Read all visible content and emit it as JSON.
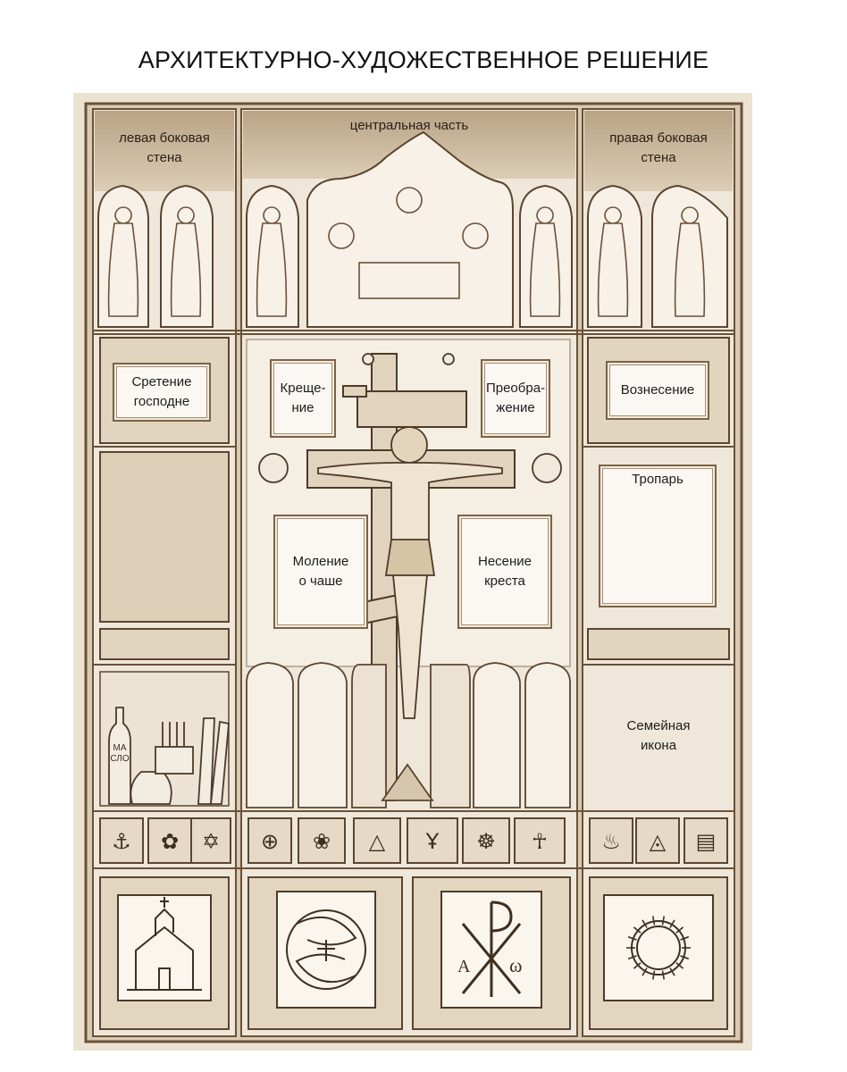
{
  "title": "АРХИТЕКТУРНО-ХУДОЖЕСТВЕННОЕ РЕШЕНИЕ",
  "sections": {
    "left": "левая боковая\nстена",
    "center": "центральная часть",
    "right": "правая боковая\nстена"
  },
  "panels": {
    "sretenie": "Сретение\nгосподне",
    "kreshchenie": "Креще-\nние",
    "preobrazhenie": "Преобра-\nжение",
    "voznesenie": "Вознесение",
    "tropar": "Тропарь",
    "molenie": "Моление\nо чаше",
    "nesenie": "Несение\nкреста",
    "semeinaya": "Семейная\nикона"
  },
  "drawing_labels": {
    "bottle": "МА\nСЛО",
    "alpha": "A",
    "omega": "ω"
  },
  "colors": {
    "paper": "#ece2d2",
    "ink": "#5b4530",
    "frame": "#7a6248",
    "panel": "#fbf8f3"
  },
  "symbols": [
    "anchor-icon",
    "rosette-icon",
    "star-of-david-icon",
    "cross-circle-icon",
    "flower-icon",
    "triangle-eye-icon",
    "chalice-icon",
    "wheel-icon",
    "ankh-icon",
    "flame-icon",
    "trinity-eye-icon",
    "ladder-icon"
  ]
}
